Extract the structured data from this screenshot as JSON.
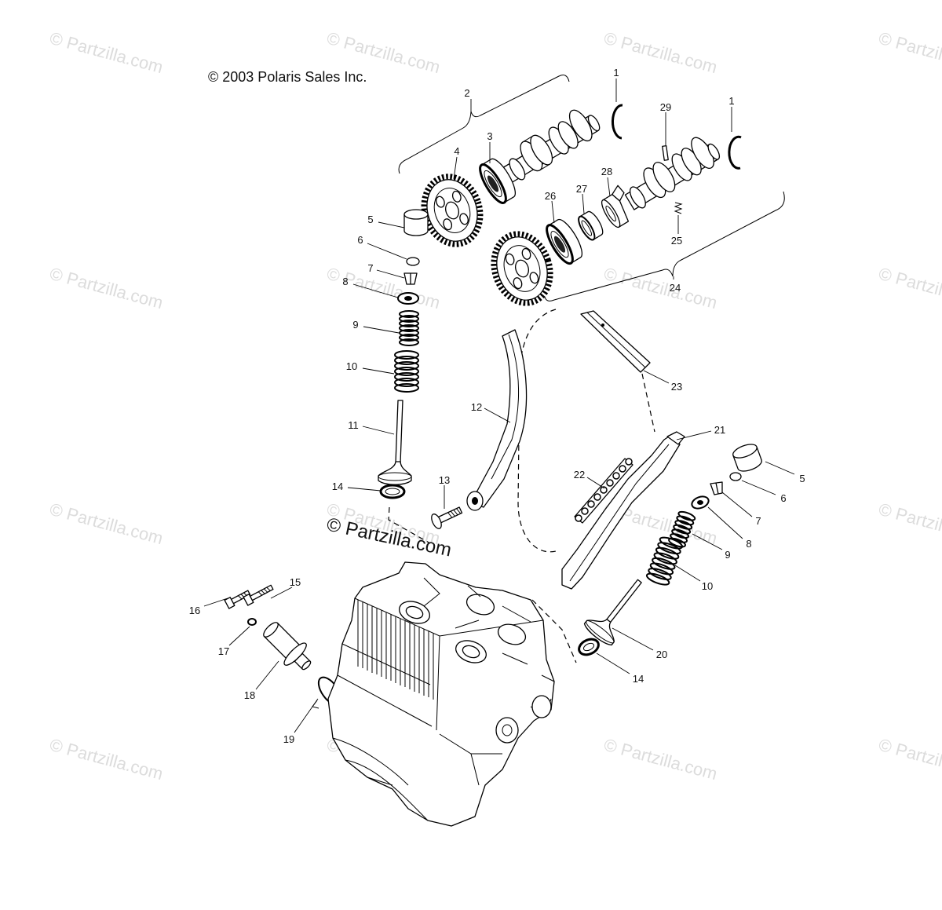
{
  "copyright": "© 2003 Polaris Sales Inc.",
  "watermark": "© Partzilla.com",
  "center_watermark": "© Partzilla.com",
  "callouts": [
    "1",
    "1",
    "2",
    "3",
    "4",
    "5",
    "6",
    "7",
    "8",
    "9",
    "10",
    "11",
    "12",
    "13",
    "14",
    "15",
    "16",
    "17",
    "18",
    "19",
    "20",
    "14",
    "21",
    "22",
    "23",
    "24",
    "25",
    "26",
    "27",
    "28",
    "29",
    "5",
    "6",
    "7",
    "8",
    "9",
    "10"
  ]
}
